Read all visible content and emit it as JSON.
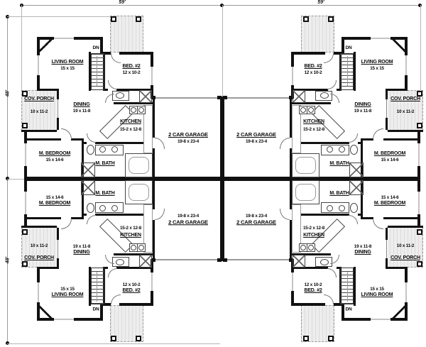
{
  "plan": {
    "dimension_labels": {
      "top_left_width": "59'",
      "top_right_width": "59'",
      "left_upper_depth": "48'",
      "left_lower_depth": "48'"
    },
    "unit": {
      "living_room": {
        "name": "LIVING ROOM",
        "size": "15 x 15"
      },
      "bed_2": {
        "name": "BED. #2",
        "size": "12 x 10-2"
      },
      "dining": {
        "name": "DINING",
        "size": "19 x 11-8"
      },
      "kitchen": {
        "name": "KITCHEN",
        "size": "15-2 x 12-8"
      },
      "master_bedroom": {
        "name": "M. BEDROOM",
        "size": "15 x 14-6"
      },
      "master_bath": {
        "name": "M. BATH"
      },
      "covered_porch": {
        "name": "COV. PORCH",
        "size": "10 x 11-2"
      },
      "garage": {
        "name": "2 CAR GARAGE",
        "size": "19-8 x 23-4"
      },
      "stairs": {
        "label": "DN"
      }
    },
    "colors": {
      "wall": "#111111",
      "thin_line": "#9a9a9a",
      "porch_fill": "#ededed",
      "background": "#ffffff"
    }
  }
}
